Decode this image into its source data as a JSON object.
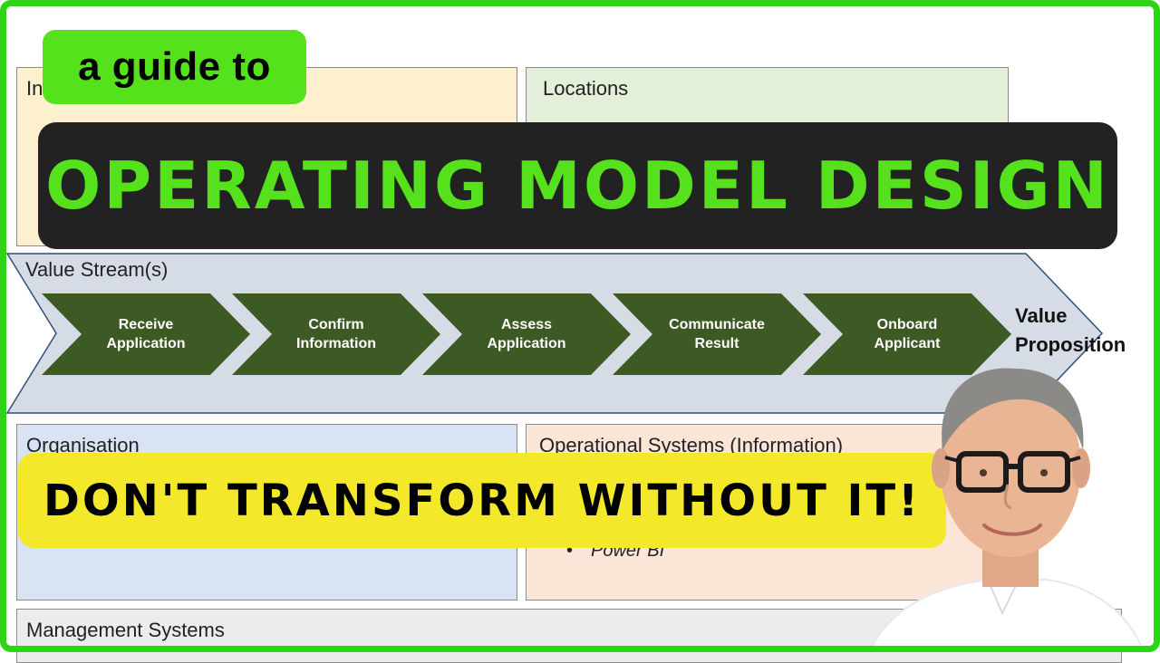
{
  "overlay": {
    "guide_text": "a guide to",
    "main_title": "OPERATING MODEL DESIGN",
    "subtitle": "DON'T TRANSFORM WITHOUT IT!"
  },
  "panels": {
    "inputs_title": "In",
    "locations_title": "Locations",
    "organisation_title": "Organisation",
    "operational_systems_title": "Operational Systems (Information)",
    "operational_systems_bullet": "Power BI",
    "management_systems_title": "Management Systems"
  },
  "value_stream": {
    "title": "Value Stream(s)",
    "steps": [
      {
        "line1": "Receive",
        "line2": "Application"
      },
      {
        "line1": "Confirm",
        "line2": "Information"
      },
      {
        "line1": "Assess",
        "line2": "Application"
      },
      {
        "line1": "Communicate",
        "line2": "Result"
      },
      {
        "line1": "Onboard",
        "line2": "Applicant"
      }
    ],
    "value_proposition_line1": "Value",
    "value_proposition_line2": "Proposition"
  },
  "colors": {
    "frame": "#2bd614",
    "accent_green": "#55e11c",
    "banner_dark": "#222222",
    "banner_yellow": "#f3e829",
    "step_fill": "#3d5a24",
    "value_stream_band": "#d6dce5"
  }
}
